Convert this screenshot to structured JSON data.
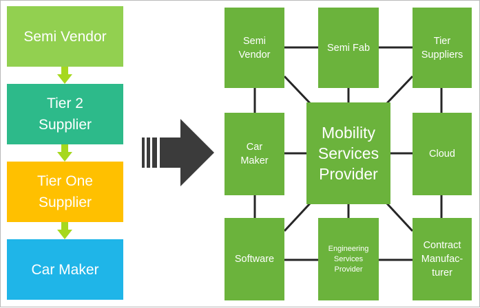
{
  "chain": {
    "items": [
      {
        "label": "Semi Vendor"
      },
      {
        "label": "Tier 2\nSupplier"
      },
      {
        "label": "Tier One\nSupplier"
      },
      {
        "label": "Car Maker"
      }
    ]
  },
  "network": {
    "semi_vendor": "Semi\nVendor",
    "semi_fab": "Semi Fab",
    "tier_suppliers": "Tier\nSuppliers",
    "car_maker": "Car\nMaker",
    "mobility_provider": "Mobility\nServices\nProvider",
    "cloud": "Cloud",
    "software": "Software",
    "engineering_provider": "Engineering\nServices\nProvider",
    "contract_manufacturer": "Contract\nManufac-\nturer"
  },
  "colors": {
    "chain_1": "#92d050",
    "chain_2": "#2dba8a",
    "chain_3": "#ffc000",
    "chain_4": "#1fb5e8",
    "node": "#6bb33c",
    "arrow": "#3b3b3b",
    "small_arrow": "#a6d81e",
    "connector": "#262626"
  }
}
